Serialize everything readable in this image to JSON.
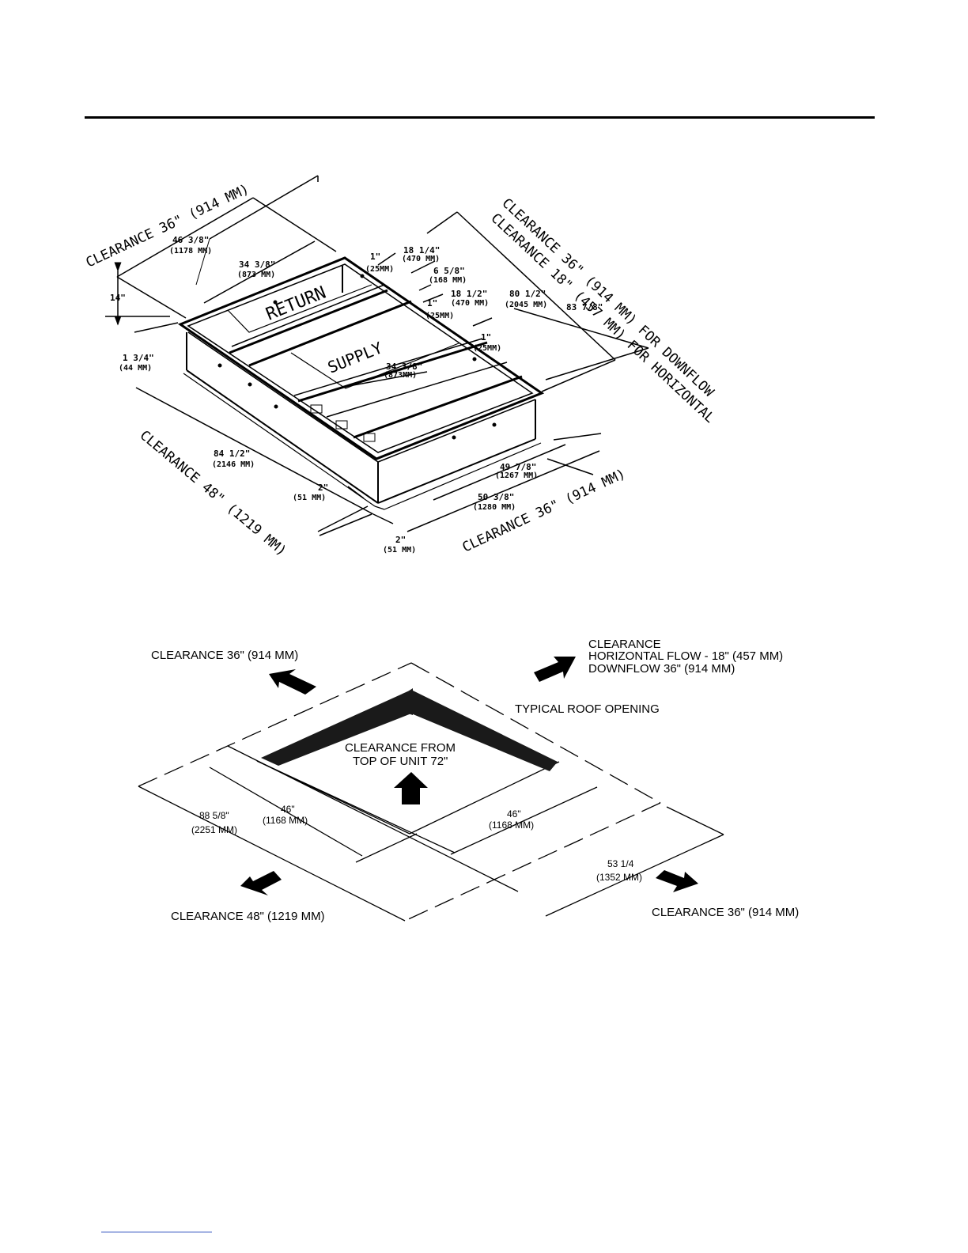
{
  "curb_diagram": {
    "labels": {
      "return": "RETURN",
      "supply": "SUPPLY",
      "clearance_top_left": "CLEARANCE 36\" (914 MM)",
      "clearance_right_downflow": "CLEARANCE 36\" (914 MM) FOR DOWNFLOW",
      "clearance_right_horizontal": "CLEARANCE 18\" (457 MM) FOR HORIZONTAL",
      "clearance_bottom_left": "CLEARANCE 48\" (1219 MM)",
      "clearance_bottom_right": "CLEARANCE 36\" (914 MM)"
    },
    "dimensions": {
      "d46_3_8": "46 3/8\"",
      "d1178": "(1178 MM)",
      "d34_3_8_top": "34 3/8\"",
      "d873_top": "(873 MM)",
      "d14": "14\"",
      "d1_3_4": "1 3/4\"",
      "d44": "(44 MM)",
      "d1_a": "1\"",
      "d25_a": "(25MM)",
      "d18_1_4": "18 1/4\"",
      "d470_a": "(470 MM)",
      "d6_5_8": "6 5/8\"",
      "d168": "(168 MM)",
      "d18_1_2": "18 1/2\"",
      "d470_b": "(470 MM)",
      "d1_b": "1\"",
      "d25_b": "(25MM)",
      "d1_c": "1\"",
      "d25_c": "(25MM)",
      "d80_1_2": "80 1/2\"",
      "d2045": "(2045 MM)",
      "d83_7_8": "83 7/8\"",
      "d34_3_8_mid": "34 3/8\"",
      "d873_mid": "(873MM)",
      "d84_1_2": "84 1/2\"",
      "d2146": "(2146 MM)",
      "d2_a": "2\"",
      "d51_a": "(51 MM)",
      "d2_b": "2\"",
      "d51_b": "(51 MM)",
      "d49_7_8": "49 7/8\"",
      "d1267": "(1267 MM)",
      "d50_3_8": "50 3/8\"",
      "d1280": "(1280 MM)"
    }
  },
  "roof_diagram": {
    "labels": {
      "clearance_top_left": "CLEARANCE 36\" (914 MM)",
      "clearance_top_right_1": "CLEARANCE",
      "clearance_top_right_2": "HORIZONTAL FLOW - 18\" (457 MM)",
      "clearance_top_right_3": "DOWNFLOW 36\" (914 MM)",
      "typical_roof_opening": "TYPICAL ROOF OPENING",
      "clearance_from_1": "CLEARANCE FROM",
      "clearance_from_2": "TOP OF UNIT  72\"",
      "clearance_bottom_left": "CLEARANCE 48\" (1219 MM)",
      "clearance_bottom_right": "CLEARANCE 36\" (914 MM)"
    },
    "dimensions": {
      "d88_5_8": "88 5/8\"",
      "d2251": "(2251 MM)",
      "d46_left": "46\"",
      "d1168_left": "(1168 MM)",
      "d46_right": "46\"",
      "d1168_right": "(1168 MM)",
      "d53_1_4": "53 1/4",
      "d1352": "(1352 MM)"
    }
  }
}
